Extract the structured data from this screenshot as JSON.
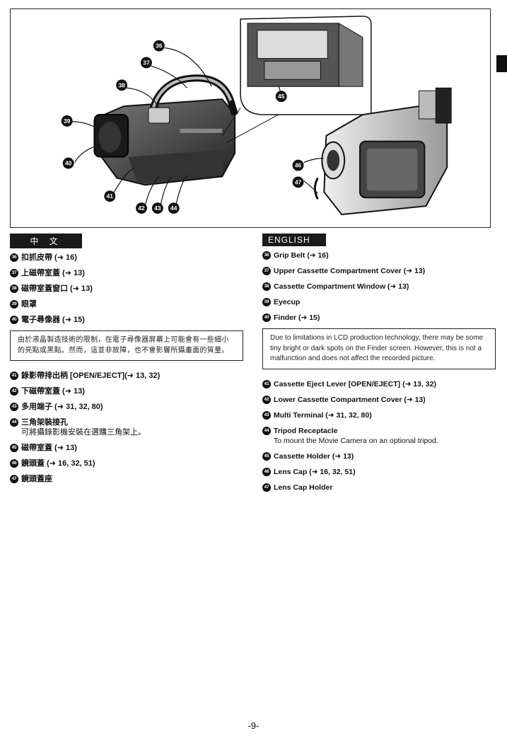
{
  "figure": {
    "callouts": [
      "36",
      "37",
      "38",
      "39",
      "40",
      "41",
      "42",
      "43",
      "44",
      "45",
      "46",
      "47"
    ]
  },
  "zh": {
    "header": "中 文",
    "items_top": [
      {
        "num": "36",
        "text": "扣抓皮帶 (➜ 16)"
      },
      {
        "num": "37",
        "text": "上磁帶室蓋 (➜ 13)"
      },
      {
        "num": "38",
        "text": "磁帶室蓋窗口 (➜ 13)"
      },
      {
        "num": "39",
        "text": "眼罩"
      },
      {
        "num": "40",
        "text": "電子尋像器 (➜ 15)"
      }
    ],
    "note": "由於液晶製造技術的限制，在電子尋像器屏幕上可能會有一些細小的亮點或黑點。然而，這並非故障，也不會影響所攝畫面的質量。",
    "items_bottom": [
      {
        "num": "41",
        "text": "錄影帶排出柄 [OPEN/EJECT](➜ 13, 32)"
      },
      {
        "num": "42",
        "text": "下磁帶室蓋 (➜ 13)"
      },
      {
        "num": "43",
        "text": "多用端子 (➜ 31, 32, 80)"
      },
      {
        "num": "44",
        "text": "三角架裝接孔",
        "sub": "可將攝錄影機安裝在選購三角架上。"
      },
      {
        "num": "45",
        "text": "磁帶室蓋 (➜ 13)"
      },
      {
        "num": "46",
        "text": "鏡頭蓋 (➜ 16, 32, 51)"
      },
      {
        "num": "47",
        "text": "鏡頭蓋座"
      }
    ]
  },
  "en": {
    "header": "ENGLISH",
    "items_top": [
      {
        "num": "36",
        "text": "Grip Belt (➜ 16)"
      },
      {
        "num": "37",
        "text": "Upper Cassette Compartment Cover (➜ 13)"
      },
      {
        "num": "38",
        "text": "Cassette Compartment Window (➜ 13)"
      },
      {
        "num": "39",
        "text": "Eyecup"
      },
      {
        "num": "40",
        "text": "Finder (➜ 15)"
      }
    ],
    "note": "Due to limitations in LCD production technology, there may be some tiny bright or dark spots on the Finder screen. However, this is not a malfunction and does not affect the recorded picture.",
    "items_bottom": [
      {
        "num": "41",
        "text": "Cassette Eject Lever [OPEN/EJECT] (➜ 13, 32)"
      },
      {
        "num": "42",
        "text": "Lower Cassette Compartment Cover (➜ 13)"
      },
      {
        "num": "43",
        "text": "Multi Terminal (➜ 31, 32, 80)"
      },
      {
        "num": "44",
        "text": "Tripod Receptacle",
        "sub": "To mount the Movie Camera on an optional tripod."
      },
      {
        "num": "45",
        "text": "Cassette Holder (➜ 13)"
      },
      {
        "num": "46",
        "text": "Lens Cap (➜ 16, 32, 51)"
      },
      {
        "num": "47",
        "text": "Lens Cap Holder"
      }
    ]
  },
  "page_number": "-9-"
}
